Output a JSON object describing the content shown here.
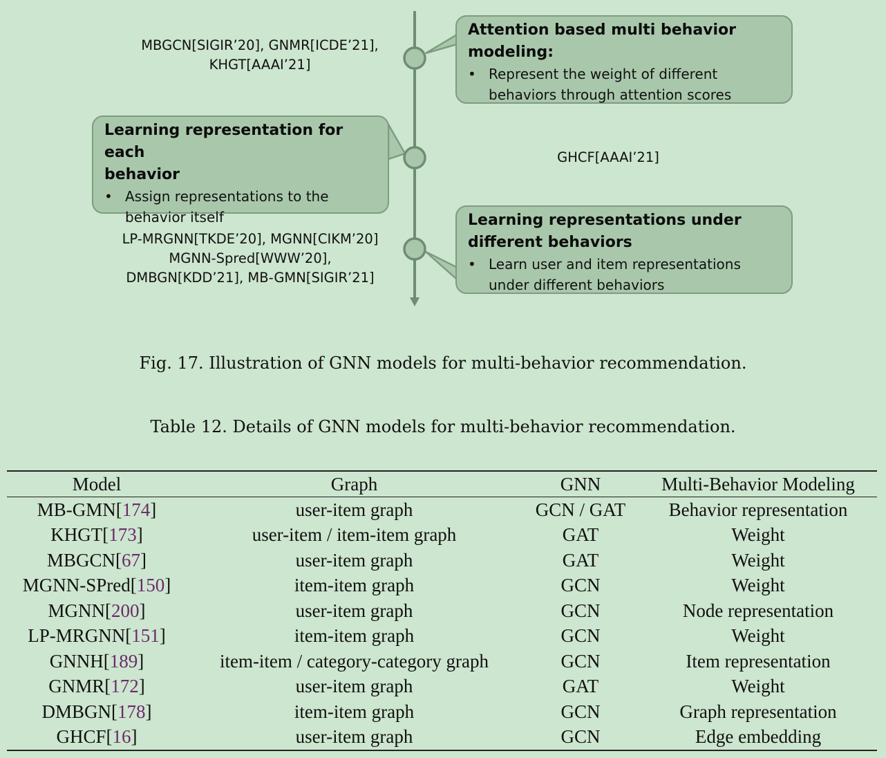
{
  "figure": {
    "nodes": [
      {
        "refs": [
          "MBGCN[SIGIR’20], GNMR[ICDE’21],",
          "KHGT[AAAI’21]"
        ],
        "box_title": [
          "Attention based multi behavior",
          "modeling:"
        ],
        "bullet": [
          "Represent the weight of different",
          "behaviors through attention scores"
        ]
      },
      {
        "refs": [
          "GHCF[AAAI’21]"
        ],
        "box_title": [
          "Learning representation for each",
          "behavior"
        ],
        "bullet": [
          "Assign representations to the",
          "behavior itself"
        ]
      },
      {
        "refs": [
          "LP-MRGNN[TKDE’20], MGNN[CIKM’20]",
          "MGNN-Spred[WWW’20],",
          "DMBGN[KDD’21], MB-GMN[SIGIR’21]"
        ],
        "box_title": [
          "Learning representations under",
          "different behaviors"
        ],
        "bullet": [
          "Learn user and item representations",
          "under different behaviors"
        ]
      }
    ],
    "bullet_glyph": "•",
    "caption": "Fig. 17.  Illustration of GNN models for multi-behavior recommendation."
  },
  "table": {
    "caption": "Table 12.  Details of GNN models for multi-behavior recommendation.",
    "headers": [
      "Model",
      "Graph",
      "GNN",
      "Multi-Behavior Modeling"
    ],
    "rows": [
      {
        "model": "MB-GMN",
        "ref": "174",
        "graph": "user-item graph",
        "gnn": "GCN / GAT",
        "modeling": "Behavior representation"
      },
      {
        "model": "KHGT",
        "ref": "173",
        "graph": "user-item / item-item graph",
        "gnn": "GAT",
        "modeling": "Weight"
      },
      {
        "model": "MBGCN",
        "ref": "67",
        "graph": "user-item graph",
        "gnn": "GAT",
        "modeling": "Weight"
      },
      {
        "model": "MGNN-SPred",
        "ref": "150",
        "graph": "item-item graph",
        "gnn": "GCN",
        "modeling": "Weight"
      },
      {
        "model": "MGNN",
        "ref": "200",
        "graph": "user-item graph",
        "gnn": "GCN",
        "modeling": "Node representation"
      },
      {
        "model": "LP-MRGNN",
        "ref": "151",
        "graph": "item-item graph",
        "gnn": "GCN",
        "modeling": "Weight"
      },
      {
        "model": "GNNH",
        "ref": "189",
        "graph": "item-item / category-category graph",
        "gnn": "GCN",
        "modeling": "Item representation"
      },
      {
        "model": "GNMR",
        "ref": "172",
        "graph": "user-item graph",
        "gnn": "GAT",
        "modeling": "Weight"
      },
      {
        "model": "DMBGN",
        "ref": "178",
        "graph": "item-item graph",
        "gnn": "GCN",
        "modeling": "Graph representation"
      },
      {
        "model": "GHCF",
        "ref": "16",
        "graph": "user-item graph",
        "gnn": "GCN",
        "modeling": "Edge embedding"
      }
    ]
  }
}
